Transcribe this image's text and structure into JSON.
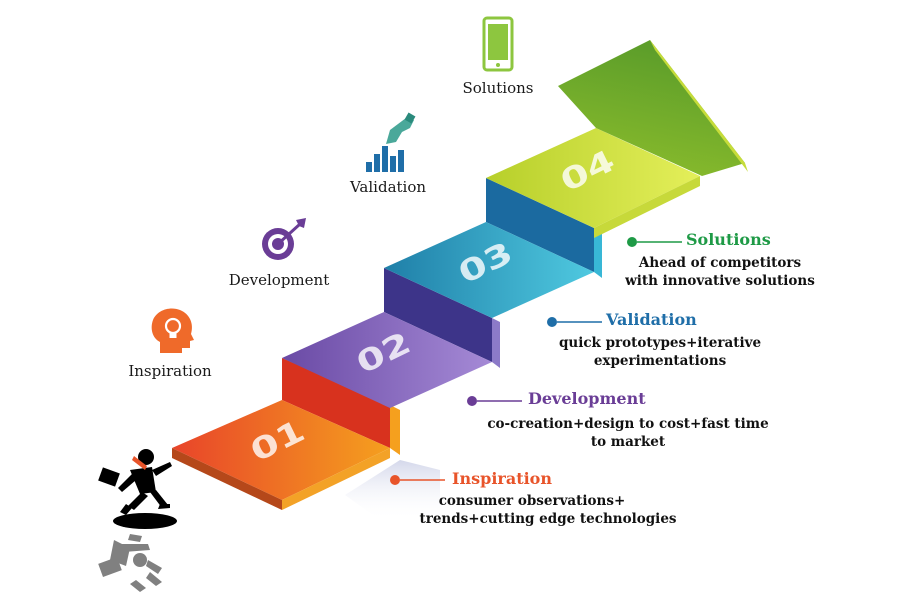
{
  "steps": [
    {
      "number": "01",
      "label": "Inspiration",
      "title": "Inspiration",
      "desc_lines": [
        "consumer observations+",
        "trends+cutting edge technologies"
      ],
      "color": "#e8542a",
      "icon": "lightbulb-head-icon"
    },
    {
      "number": "02",
      "label": "Development",
      "title": "Development",
      "desc_lines": [
        "co-creation+design to cost+fast time",
        "to market"
      ],
      "color": "#6a3d96",
      "icon": "target-dart-icon"
    },
    {
      "number": "03",
      "label": "Validation",
      "title": "Validation",
      "desc_lines": [
        "quick prototypes+iterative",
        "experimentations"
      ],
      "color": "#1f6ea8",
      "icon": "hand-bar-chart-icon"
    },
    {
      "number": "04",
      "label": "Solutions",
      "title": "Solutions",
      "desc_lines": [
        "Ahead of competitors",
        "with innovative solutions"
      ],
      "color": "#1e9a46",
      "icon": "smartphone-icon"
    }
  ],
  "figures": {
    "runner": "running-businessman-icon",
    "fallen": "fallen-businessman-icon"
  }
}
